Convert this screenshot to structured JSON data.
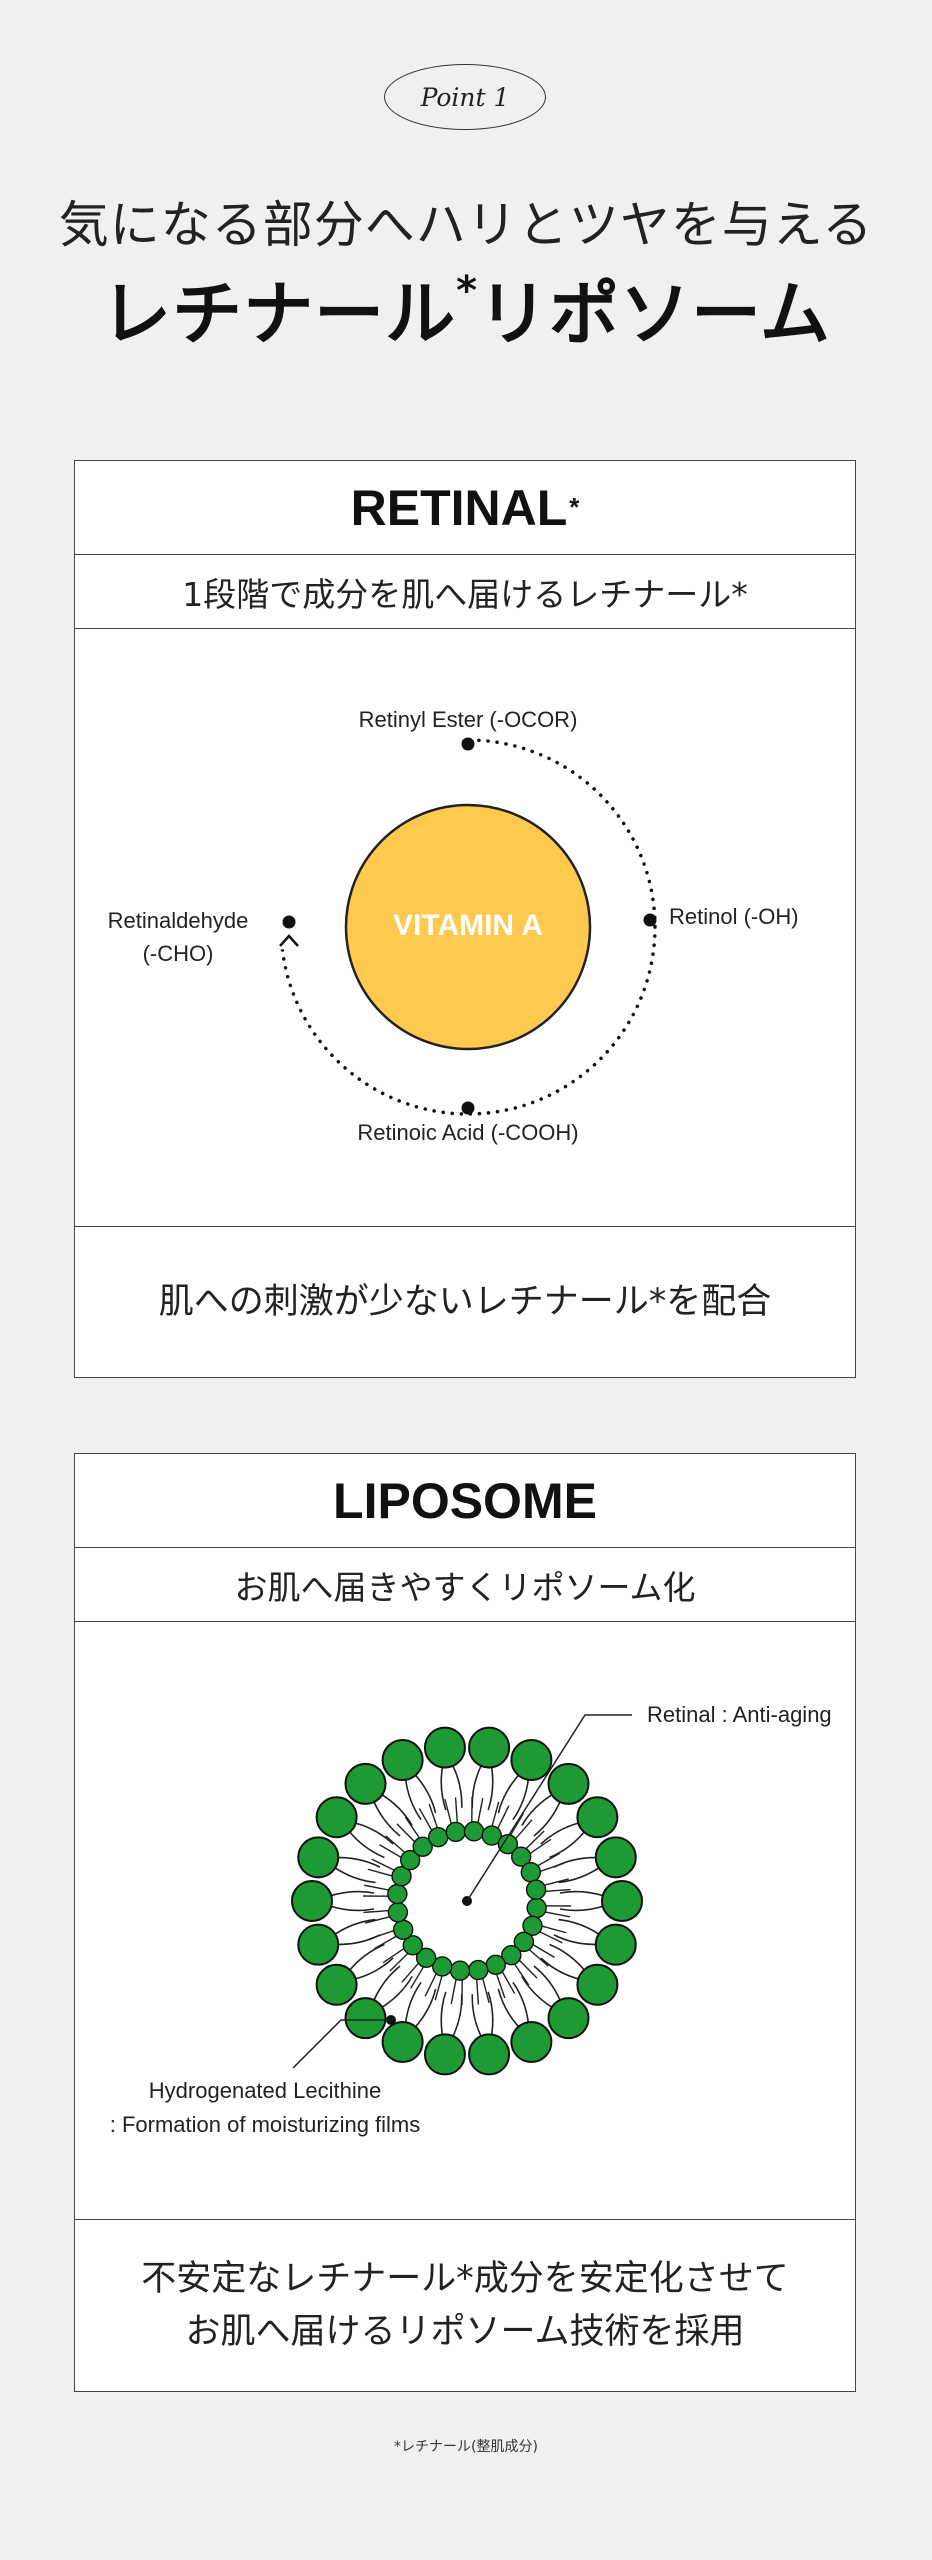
{
  "badge": "Point 1",
  "headline": {
    "line1": "気になる部分へハリとツヤを与える",
    "line2_a": "レチナール",
    "line2_mark": "*",
    "line2_b": "リポソーム"
  },
  "retinal_card": {
    "title": "RETINAL",
    "title_mark": "*",
    "subtitle": "1段階で成分を肌へ届けるレチナール*",
    "center_label": "VITAMIN A",
    "labels": {
      "top": "Retinyl Ester (-OCOR)",
      "right": "Retinol (-OH)",
      "bottom": "Retinoic Acid (-COOH)",
      "left_line1": "Retinaldehyde",
      "left_line2": "(-CHO)"
    },
    "footer": "肌への刺激が少ないレチナール*を配合",
    "colors": {
      "vitamin_fill": "#FFC94F"
    }
  },
  "liposome_card": {
    "title": "LIPOSOME",
    "subtitle": "お肌へ届きやすくリポソーム化",
    "labels": {
      "retinal": "Retinal : Anti-aging",
      "lecithin_line1": "Hydrogenated Lecithine",
      "lecithin_line2": ": Formation of moisturizing films"
    },
    "footer_line1": "不安定なレチナール*成分を安定化させて",
    "footer_line2": "お肌へ届けるリポソーム技術を採用",
    "colors": {
      "head_fill": "#1E9A34"
    }
  },
  "footnote": "*レチナール(整肌成分)"
}
